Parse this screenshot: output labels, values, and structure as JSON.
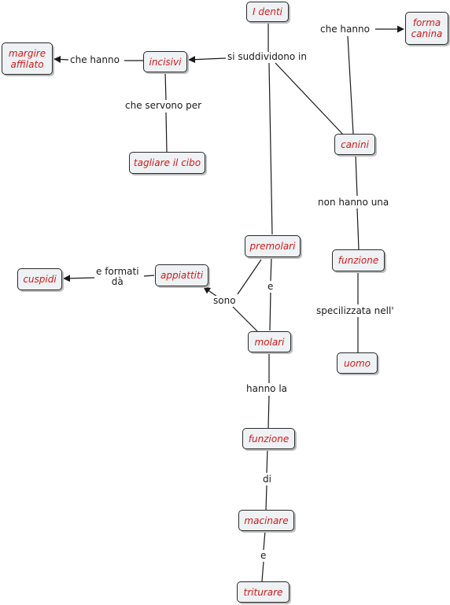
{
  "concepts": {
    "denti": "I denti",
    "forma_canina": "forma\ncanina",
    "margine_affilato": "margire\naffilato",
    "incisivi": "incisivi",
    "tagliare": "tagliare il cibo",
    "canini": "canini",
    "premolari": "premolari",
    "funzione_canini": "funzione",
    "appiattiti": "appiattiti",
    "cuspidi": "cuspidi",
    "molari": "molari",
    "uomo": "uomo",
    "funzione_molari": "funzione",
    "macinare": "macinare",
    "triturare": "triturare"
  },
  "links": {
    "che_hanno_canini": "che hanno",
    "che_hanno_incisivi": "che hanno",
    "si_suddividono": "si suddividono in",
    "che_servono": "che servono per",
    "non_hanno": "non hanno una",
    "e_formati": "e formati\ndà",
    "e_premolari": "e",
    "sono": "sono",
    "specilizzata": "specilizzata nell'",
    "hanno_la": "hanno la",
    "di": "di",
    "e_macinare": "e"
  },
  "colors": {
    "node_fill": "#eef2f4",
    "node_border": "#2b2b2b",
    "node_text": "#d21a1a",
    "line": "#1a1a1a"
  }
}
